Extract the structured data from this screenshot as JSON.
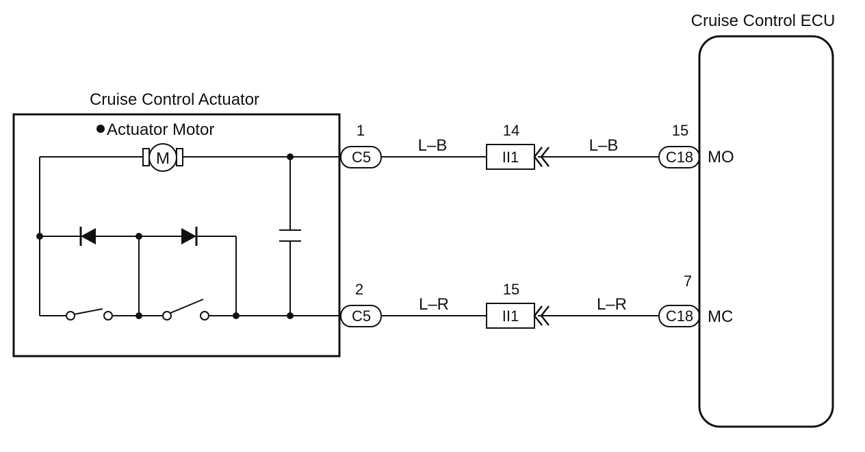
{
  "actuator": {
    "title": "Cruise Control Actuator",
    "motor_label": "Actuator Motor",
    "motor_symbol": "M"
  },
  "ecu": {
    "title": "Cruise Control ECU",
    "terminals": [
      "MO",
      "MC"
    ]
  },
  "circuits": [
    {
      "actuator_pin": "1",
      "actuator_connector": "C5",
      "wire_left": "L–B",
      "junction_pin": "14",
      "junction_connector": "II1",
      "wire_right": "L–B",
      "ecu_pin": "15",
      "ecu_connector": "C18",
      "ecu_terminal": "MO"
    },
    {
      "actuator_pin": "2",
      "actuator_connector": "C5",
      "wire_left": "L–R",
      "junction_pin": "15",
      "junction_connector": "II1",
      "wire_right": "L–R",
      "ecu_pin": "7",
      "ecu_connector": "C18",
      "ecu_terminal": "MC"
    }
  ]
}
